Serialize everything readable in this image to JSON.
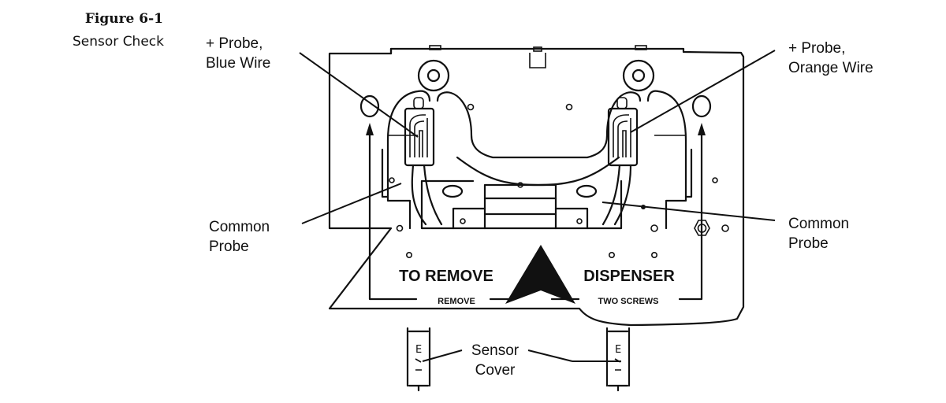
{
  "figure": {
    "number": "Figure 6-1",
    "title": "Sensor Check"
  },
  "callouts": {
    "probe_blue": [
      "+ Probe,",
      "Blue Wire"
    ],
    "probe_orange": [
      "+ Probe,",
      "Orange Wire"
    ],
    "common_left": [
      "Common",
      "Probe"
    ],
    "common_right": [
      "Common",
      "Probe"
    ],
    "sensor_cover": [
      "Sensor",
      "Cover"
    ]
  },
  "plate_markings": {
    "left_main": "TO REMOVE",
    "right_main": "DISPENSER",
    "left_sub": "REMOVE",
    "right_sub": "TWO SCREWS"
  },
  "colors": {
    "ink": "#111111",
    "background": "#ffffff"
  }
}
